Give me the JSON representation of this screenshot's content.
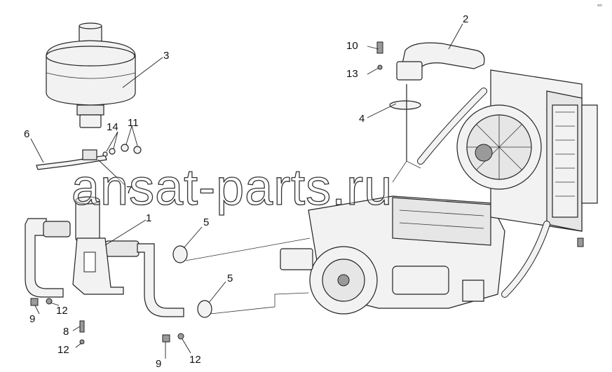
{
  "watermark": "ansat-parts.ru",
  "corner_mark": "ᵃᵖᵖ",
  "callouts": [
    {
      "id": "c1",
      "text": "1"
    },
    {
      "id": "c2",
      "text": "2"
    },
    {
      "id": "c3",
      "text": "3"
    },
    {
      "id": "c4",
      "text": "4"
    },
    {
      "id": "c5a",
      "text": "5"
    },
    {
      "id": "c5b",
      "text": "5"
    },
    {
      "id": "c6",
      "text": "6"
    },
    {
      "id": "c7",
      "text": "7"
    },
    {
      "id": "c8",
      "text": "8"
    },
    {
      "id": "c9a",
      "text": "9"
    },
    {
      "id": "c9b",
      "text": "9"
    },
    {
      "id": "c10",
      "text": "10"
    },
    {
      "id": "c11",
      "text": "11"
    },
    {
      "id": "c12a",
      "text": "12"
    },
    {
      "id": "c12b",
      "text": "12"
    },
    {
      "id": "c12c",
      "text": "12"
    },
    {
      "id": "c13",
      "text": "13"
    },
    {
      "id": "c14",
      "text": "14"
    }
  ]
}
